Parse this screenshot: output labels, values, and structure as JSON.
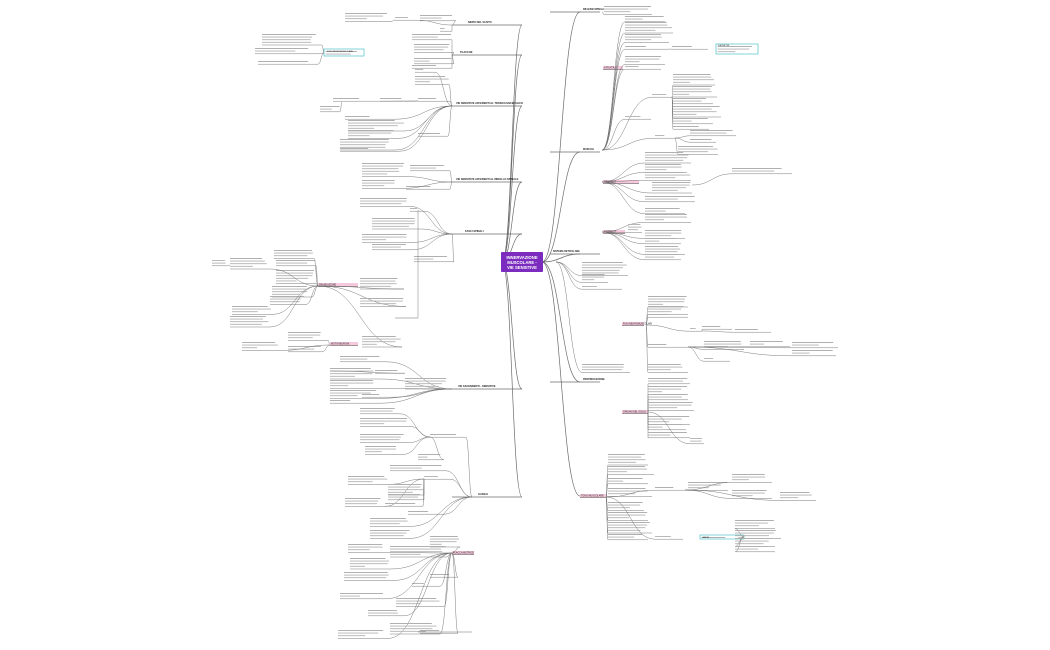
{
  "mindmap": {
    "central_topic": "INNERVAZIONE MUSCOLARE - VIE SENSITIVE",
    "branches": {
      "r_placche": "PLACCHE",
      "r_sensitive": "VIE SENSITIVE AFFERENTI AL TRONCO ENCEFALICO",
      "r_afferenti": "VIE SENSITIVE AFFERENTI AL MIDOLLO SPINALE",
      "r_fasci": "FASCI SPINALI",
      "r_ascend": "VIE ASCENDENTI - SENSITIVE",
      "r_gang": "GANGLI",
      "r_left_top": "NERVI DEL GUSTO",
      "l_riflessi": "RIFLESSI SPINALI",
      "l_muscoli": "MUSCOLI",
      "l_reticolare": "SISTEMA RETICOLARE",
      "l_propr": "PROPRIOCEZIONE",
      "l_fusi": "FUSI NEUROMUSCOLARI",
      "l_golgi": "ORGANI DEL GOLGI",
      "l_tono": "TONO MUSCOLARE"
    },
    "highlights": {
      "h1": "FUSO NEUROMUSCOLARE",
      "h2": "TRASDUZIONE",
      "h3": "MOTONEURONI",
      "h4": "PLACCA MOTRICE",
      "h5": "ATTIVITÀ",
      "h6": "VIA DIRETTA",
      "h7": "RIFLESSO",
      "h8": "DISTRETTI",
      "h9": "GAMMA"
    }
  }
}
